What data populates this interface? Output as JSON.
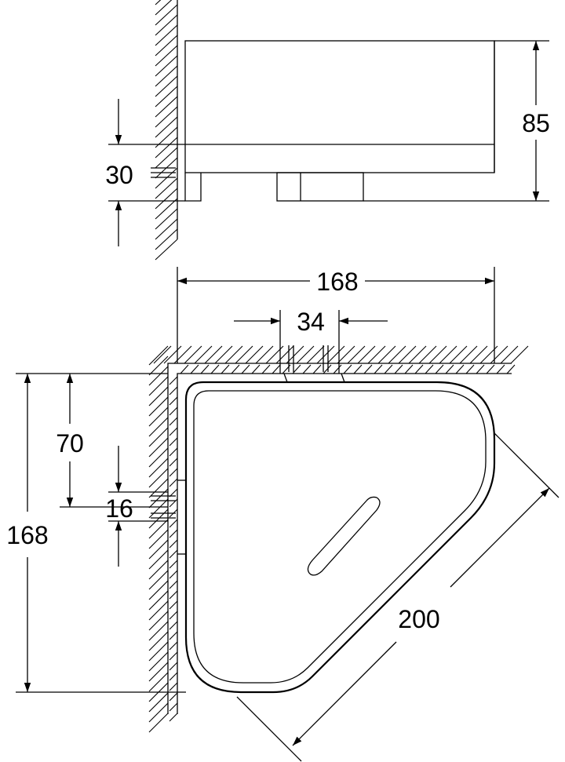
{
  "dimensions": {
    "side_height": "85",
    "side_mount": "30",
    "top_width": "168",
    "top_slot": "34",
    "left_height": "168",
    "left_offset": "70",
    "left_slot": "16",
    "diagonal": "200"
  },
  "colors": {
    "line": "#000000",
    "background": "#ffffff"
  }
}
